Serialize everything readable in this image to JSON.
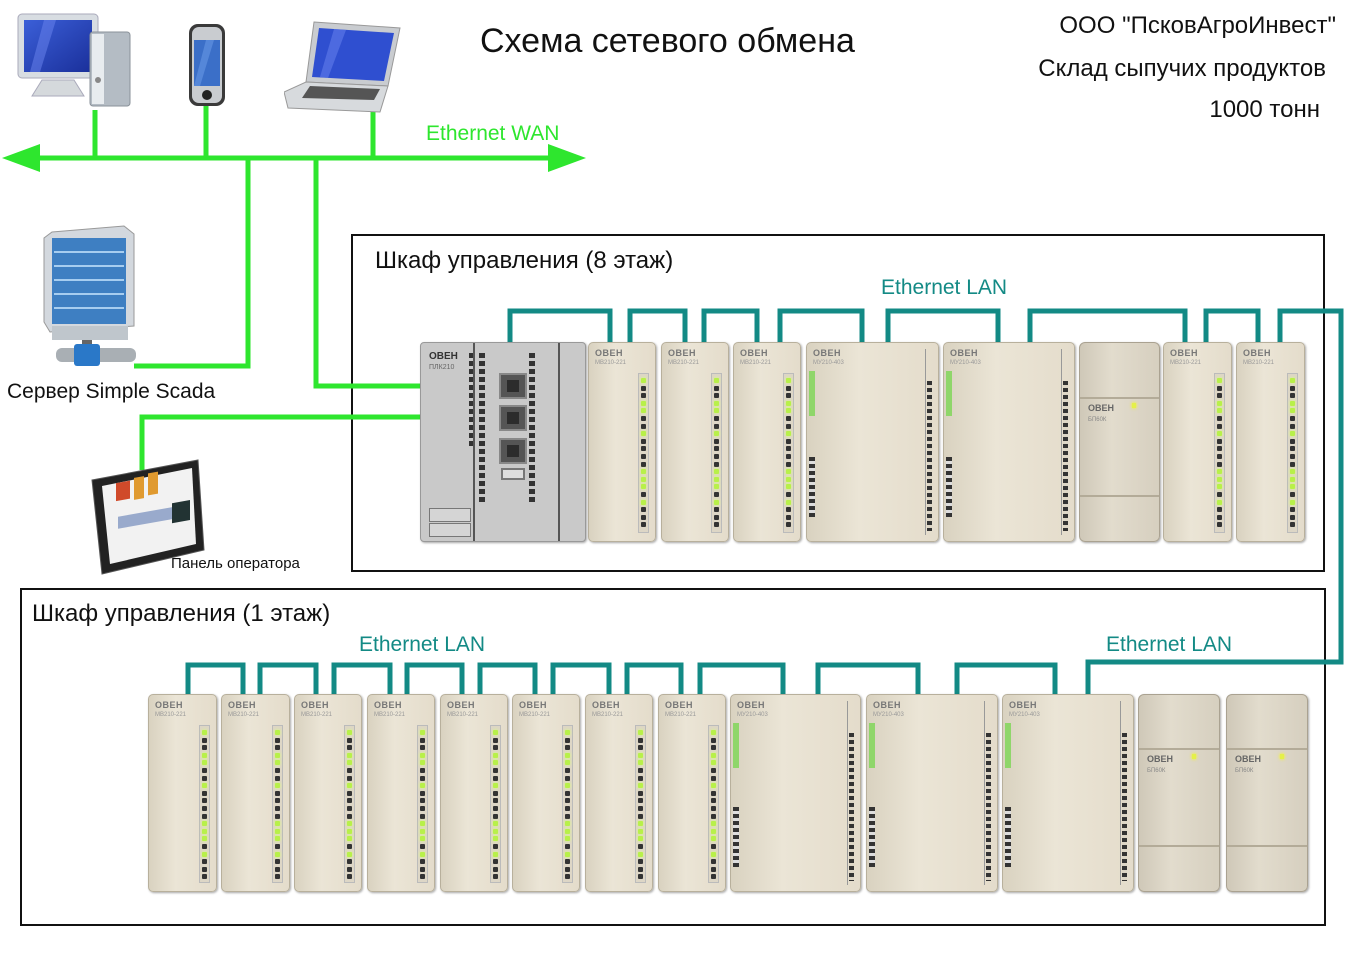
{
  "header": {
    "title": "Схема сетевого обмена",
    "org_lines": [
      "ООО \"ПсковАгроИнвест\"",
      "Склад сыпучих продуктов",
      "1000 тонн"
    ]
  },
  "network": {
    "wan_label": "Ethernet WAN",
    "lan_label": "Ethernet LAN",
    "colors": {
      "wan": "#2ee62e",
      "lan": "#138a85",
      "frame": "#111111"
    }
  },
  "devices": {
    "desktop": {
      "icon": "desktop-computer-icon"
    },
    "phone": {
      "icon": "smartphone-icon"
    },
    "laptop": {
      "icon": "laptop-icon"
    },
    "server": {
      "icon": "server-icon",
      "label": "Сервер Simple Scada"
    },
    "panel": {
      "icon": "operator-panel-icon",
      "label": "Панель оператора"
    }
  },
  "cabinets": [
    {
      "title": "Шкаф управления (8 этаж)",
      "lan_label": "Ethernet LAN",
      "modules": [
        {
          "type": "plc",
          "brand": "ОВЕН",
          "model": "ПЛК210"
        },
        {
          "type": "mb",
          "brand": "ОВЕН",
          "model": "МВ210-221"
        },
        {
          "type": "mb",
          "brand": "ОВЕН",
          "model": "МВ210-221"
        },
        {
          "type": "mb",
          "brand": "ОВЕН",
          "model": "МВ210-221"
        },
        {
          "type": "mv",
          "brand": "ОВЕН",
          "model": "МУ210-403"
        },
        {
          "type": "mv",
          "brand": "ОВЕН",
          "model": "МУ210-403"
        },
        {
          "type": "psu",
          "brand": "ОВЕН",
          "model": "БП60К"
        },
        {
          "type": "mb",
          "brand": "ОВЕН",
          "model": "МВ210-221"
        },
        {
          "type": "mb",
          "brand": "ОВЕН",
          "model": "МВ210-221"
        }
      ]
    },
    {
      "title": "Шкаф управления (1 этаж)",
      "lan_labels": [
        "Ethernet LAN",
        "Ethernet LAN"
      ],
      "modules": [
        {
          "type": "mb",
          "brand": "ОВЕН",
          "model": "МВ210-221"
        },
        {
          "type": "mb",
          "brand": "ОВЕН",
          "model": "МВ210-221"
        },
        {
          "type": "mb",
          "brand": "ОВЕН",
          "model": "МВ210-221"
        },
        {
          "type": "mb",
          "brand": "ОВЕН",
          "model": "МВ210-221"
        },
        {
          "type": "mb",
          "brand": "ОВЕН",
          "model": "МВ210-221"
        },
        {
          "type": "mb",
          "brand": "ОВЕН",
          "model": "МВ210-221"
        },
        {
          "type": "mb",
          "brand": "ОВЕН",
          "model": "МВ210-221"
        },
        {
          "type": "mb",
          "brand": "ОВЕН",
          "model": "МВ210-221"
        },
        {
          "type": "mv",
          "brand": "ОВЕН",
          "model": "МУ210-403"
        },
        {
          "type": "mv",
          "brand": "ОВЕН",
          "model": "МУ210-403"
        },
        {
          "type": "mv",
          "brand": "ОВЕН",
          "model": "МУ210-403"
        },
        {
          "type": "psu",
          "brand": "ОВЕН",
          "model": "БП60К"
        },
        {
          "type": "psu",
          "brand": "ОВЕН",
          "model": "БП60К"
        }
      ]
    }
  ]
}
